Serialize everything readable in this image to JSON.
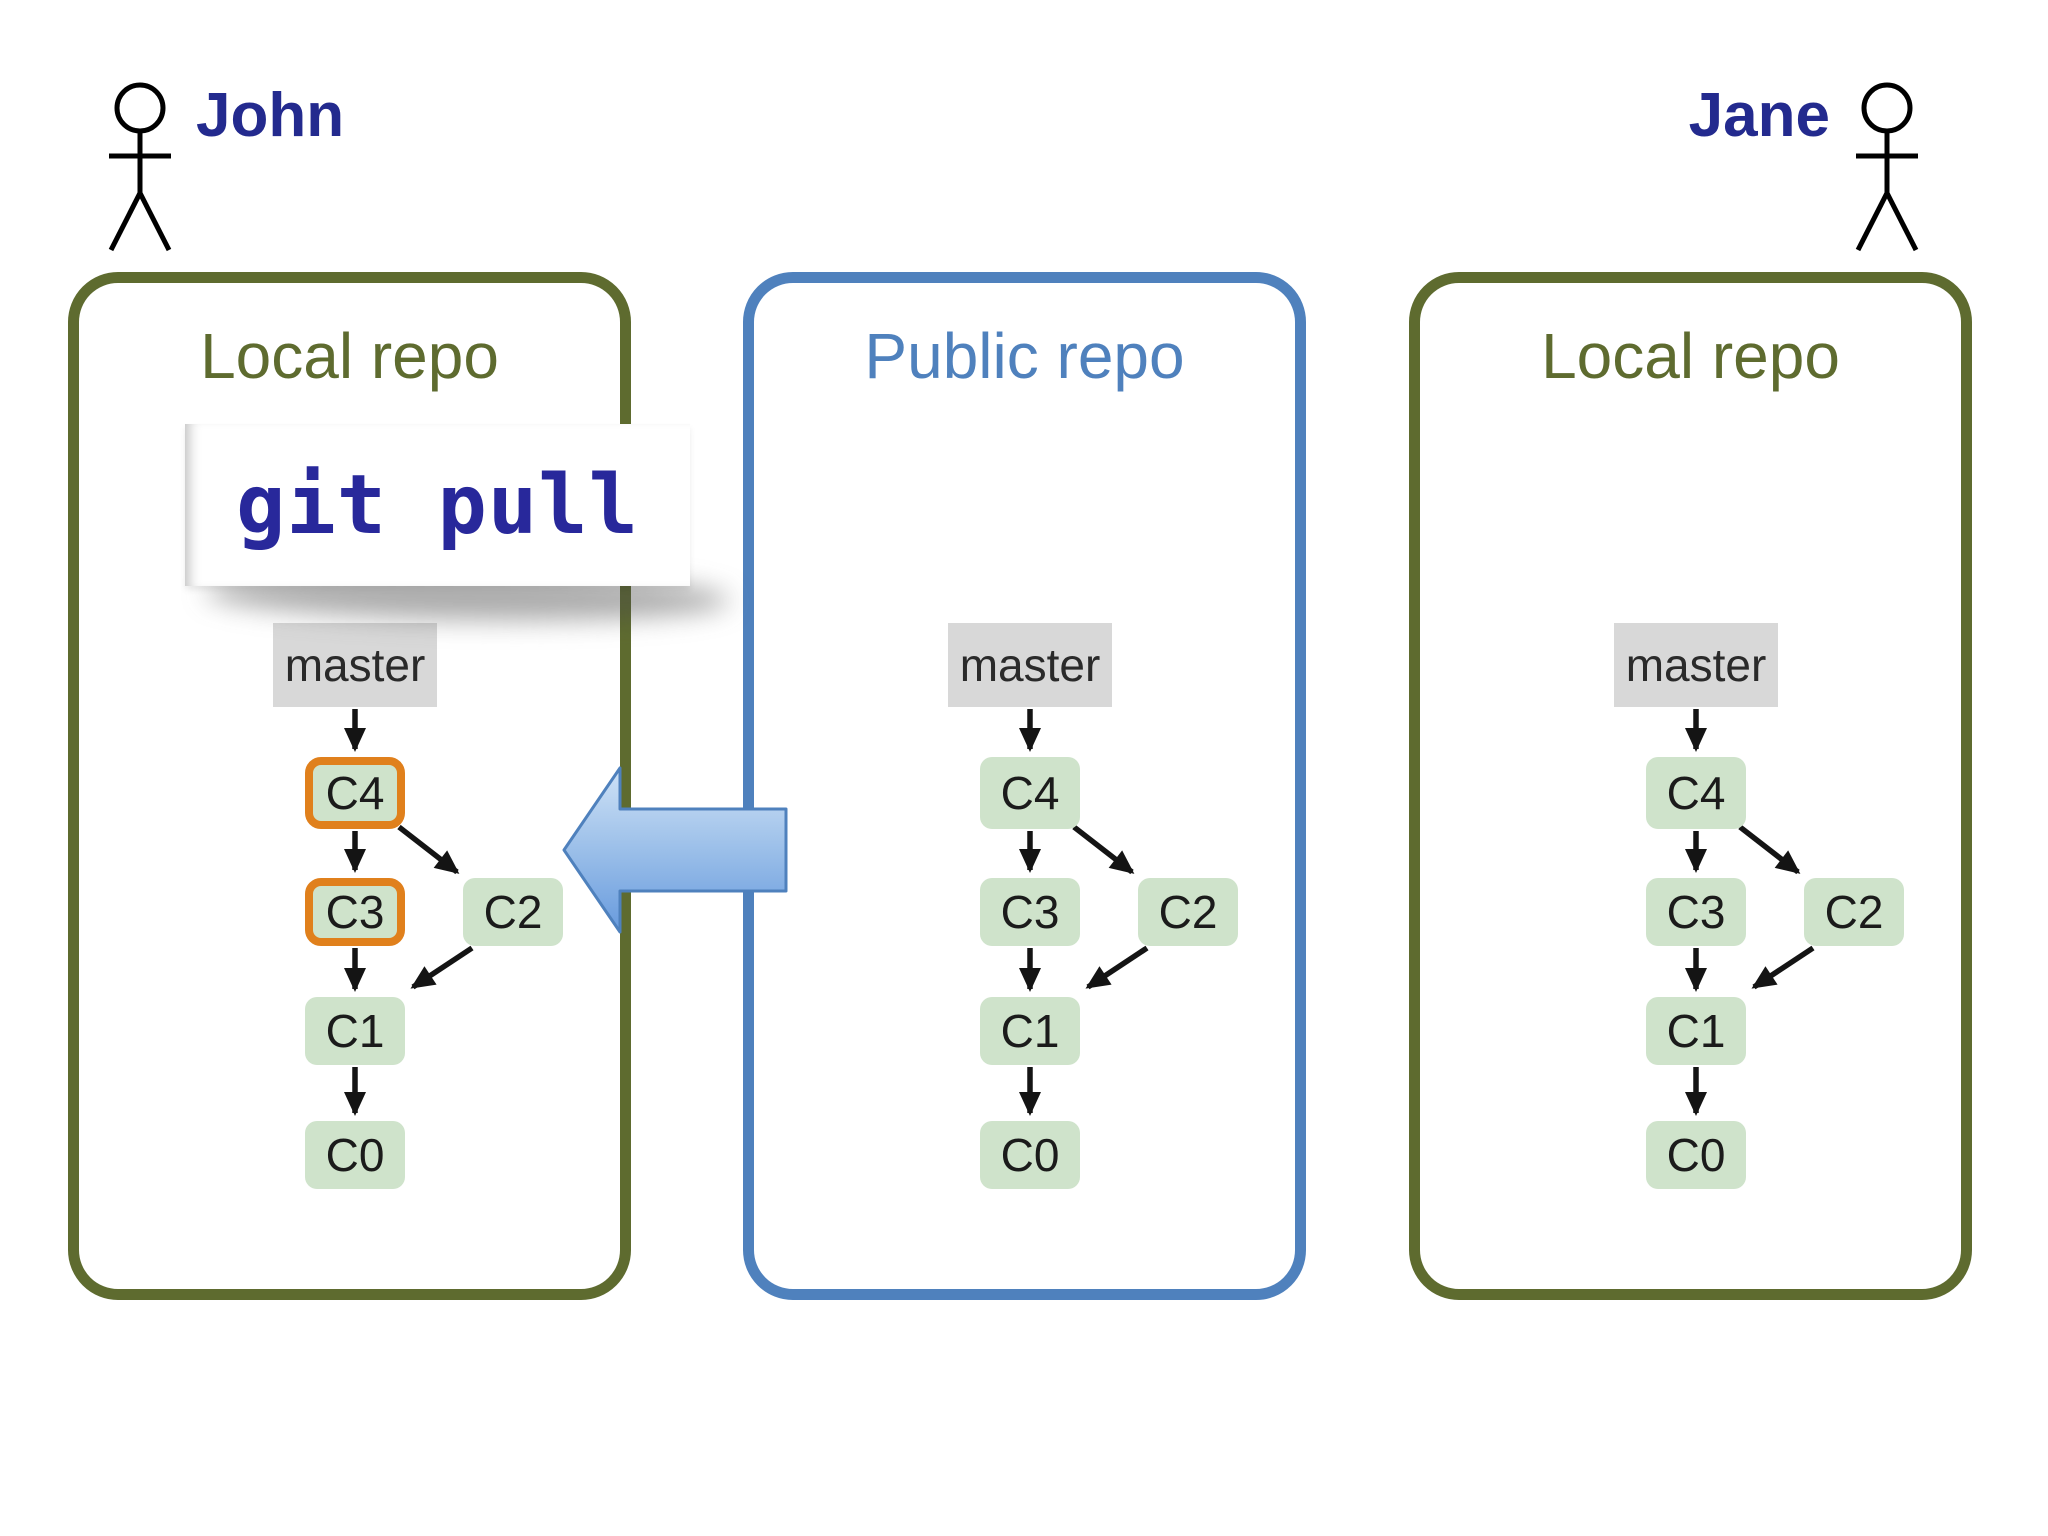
{
  "people": [
    {
      "name": "John",
      "figure": "stick-person",
      "position": "top-left"
    },
    {
      "name": "Jane",
      "figure": "stick-person",
      "position": "top-right"
    }
  ],
  "command_card": {
    "label": "git pull"
  },
  "transfer_arrow": {
    "direction": "left",
    "from_repo": "Public repo",
    "to_repo": "Local repo",
    "meaning": "pull commits from public repo into John's local repo"
  },
  "repos": [
    {
      "title": "Local repo",
      "owner": "John",
      "theme": "olive",
      "branch_label": "master",
      "nodes": [
        {
          "id": "C4",
          "highlighted": true
        },
        {
          "id": "C3",
          "highlighted": true
        },
        {
          "id": "C2",
          "highlighted": false
        },
        {
          "id": "C1",
          "highlighted": false
        },
        {
          "id": "C0",
          "highlighted": false
        }
      ]
    },
    {
      "title": "Public repo",
      "owner": "",
      "theme": "blue",
      "branch_label": "master",
      "nodes": [
        {
          "id": "C4",
          "highlighted": false
        },
        {
          "id": "C3",
          "highlighted": false
        },
        {
          "id": "C2",
          "highlighted": false
        },
        {
          "id": "C1",
          "highlighted": false
        },
        {
          "id": "C0",
          "highlighted": false
        }
      ]
    },
    {
      "title": "Local repo",
      "owner": "Jane",
      "theme": "olive",
      "branch_label": "master",
      "nodes": [
        {
          "id": "C4",
          "highlighted": false
        },
        {
          "id": "C3",
          "highlighted": false
        },
        {
          "id": "C2",
          "highlighted": false
        },
        {
          "id": "C1",
          "highlighted": false
        },
        {
          "id": "C0",
          "highlighted": false
        }
      ]
    }
  ],
  "graph_edges": [
    [
      "master",
      "C4"
    ],
    [
      "C4",
      "C3"
    ],
    [
      "C4",
      "C2"
    ],
    [
      "C3",
      "C1"
    ],
    [
      "C2",
      "C1"
    ],
    [
      "C1",
      "C0"
    ]
  ],
  "colors": {
    "olive_border": "#5e6b2f",
    "blue_border": "#4f81bd",
    "node_green": "#cfe3cb",
    "branch_gray": "#d8d8d8",
    "highlight_orange": "#e0801c",
    "command_navy": "#28289b",
    "name_navy": "#232a8e",
    "edge_black": "#141414",
    "pull_arrow_light": "#cfe2f6",
    "pull_arrow_dark": "#679add"
  }
}
